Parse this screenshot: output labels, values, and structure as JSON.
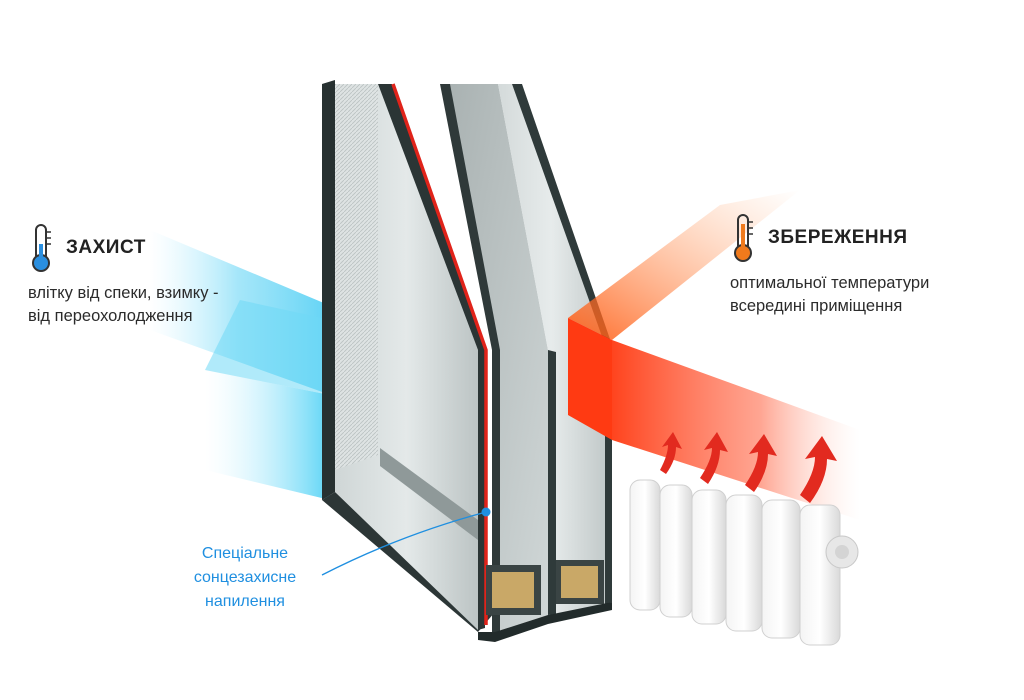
{
  "left_callout": {
    "title": "ЗАХИСТ",
    "lines": [
      "влітку від спеки, взимку -",
      "від переохолодження"
    ],
    "icon": "thermometer-cold-icon",
    "accent_color": "#2a8fe0"
  },
  "right_callout": {
    "title": "ЗБЕРЕЖЕННЯ",
    "lines": [
      "оптимальної температури",
      "всередині приміщення"
    ],
    "icon": "thermometer-warm-icon",
    "accent_color": "#f07a1c"
  },
  "coating_label": {
    "lines": [
      "Спеціальне",
      "сонцезахисне",
      "напилення"
    ],
    "color": "#1f8fe0"
  },
  "colors": {
    "cold_beam": "#27c6f2",
    "warm_beam": "#ff3b1a",
    "frame": "#2f3a3a",
    "coating_line": "#e0231a",
    "heat_arrows": "#e22a1f"
  }
}
